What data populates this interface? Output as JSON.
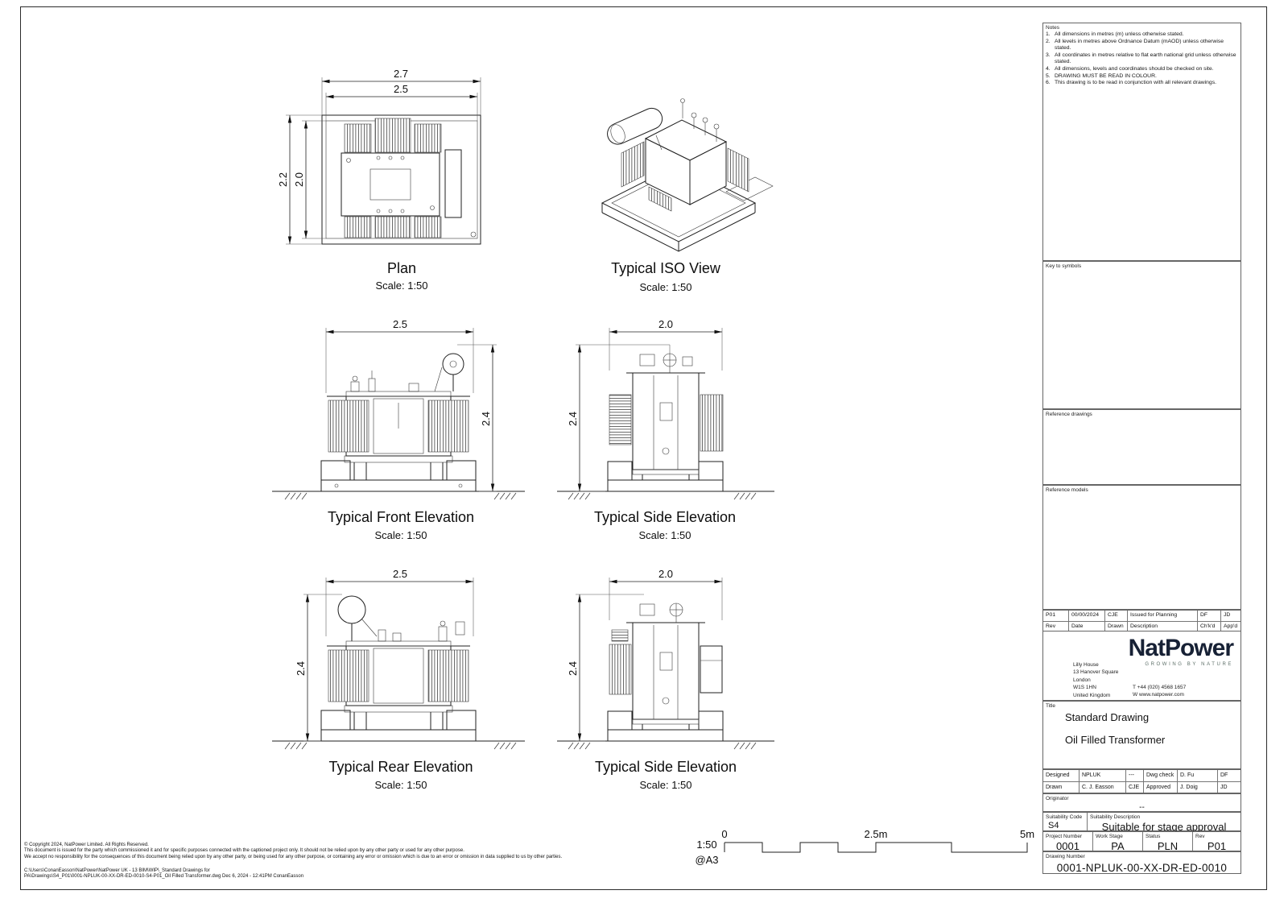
{
  "colors": {
    "brand_navy": "#172135",
    "tagline_green": "#5e7069",
    "line_color": "#1f1f1f"
  },
  "views": {
    "plan": {
      "title": "Plan",
      "scale": "Scale: 1:50",
      "dim_w_outer": "2.7",
      "dim_w_inner": "2.5",
      "dim_h_outer": "2.2",
      "dim_h_inner": "2.0"
    },
    "iso": {
      "title": "Typical ISO View",
      "scale": "Scale: 1:50"
    },
    "front": {
      "title": "Typical Front Elevation",
      "scale": "Scale: 1:50",
      "dim_w": "2.5",
      "dim_h": "2.4"
    },
    "side1": {
      "title": "Typical Side Elevation",
      "scale": "Scale: 1:50",
      "dim_w": "2.0",
      "dim_h": "2.4"
    },
    "rear": {
      "title": "Typical Rear Elevation",
      "scale": "Scale: 1:50",
      "dim_w": "2.5",
      "dim_h": "2.4"
    },
    "side2": {
      "title": "Typical Side Elevation",
      "scale": "Scale: 1:50",
      "dim_w": "2.0",
      "dim_h": "2.4"
    }
  },
  "scalebar": {
    "ratio": "1:50",
    "sheet": "@A3",
    "start": "0",
    "mid": "2.5m",
    "end": "5m"
  },
  "notes": {
    "header": "Notes",
    "items": [
      {
        "num": "1.",
        "text": "All dimensions in metres (m) unless otherwise stated."
      },
      {
        "num": "2.",
        "text": "All levels in metres above Ordnance Datum (mAOD) unless otherwise stated."
      },
      {
        "num": "3.",
        "text": "All coordinates in metres relative to flat earth national grid unless otherwise stated."
      },
      {
        "num": "4.",
        "text": "All dimensions, levels and coordinates should be checked on site."
      },
      {
        "num": "5.",
        "text": "DRAWING MUST BE READ IN COLOUR."
      },
      {
        "num": "6.",
        "text": "This drawing is to be read in conjunction with all relevant drawings."
      }
    ]
  },
  "panels": {
    "key_to_symbols": "Key to symbols",
    "reference_drawings": "Reference drawings",
    "reference_models": "Reference models"
  },
  "revision": {
    "entry": {
      "rev": "P01",
      "date": "00/00/2024",
      "drawn": "CJE",
      "description": "Issued for Planning",
      "checked": "DF",
      "approved": "JD"
    },
    "headers": {
      "rev": "Rev",
      "date": "Date",
      "drawn": "Drawn",
      "description": "Description",
      "checked": "Ch'k'd",
      "approved": "App'd"
    }
  },
  "company": {
    "logo": "NatPower",
    "tagline": "GROWING BY NATURE",
    "address_lines": [
      "Lilly House",
      "13 Hanover Square",
      "London",
      "W1S 1HN",
      "United Kingdom"
    ],
    "phone": "T  +44 (020) 4568 1657",
    "web": "W  www.natpower.com"
  },
  "titleblock": {
    "title_label": "Title",
    "title1": "Standard Drawing",
    "title2": "Oil Filled Transformer",
    "designed_label": "Designed",
    "designed": "NPLUK",
    "designed_check": "---",
    "dwgcheck_label": "Dwg check",
    "dwgcheck": "D. Fu",
    "dwgcheck_initials": "DF",
    "drawn_label": "Drawn",
    "drawn": "C. J. Easson",
    "drawn_initials": "CJE",
    "approved_label": "Approved",
    "approved": "J. Doig",
    "approved_initials": "JD",
    "originator_label": "Originator",
    "originator": "--",
    "suitability_code_label": "Suitability Code",
    "suitability_code": "S4",
    "suitability_desc_label": "Suitability Description",
    "suitability_desc": "Suitable for stage approval",
    "project_number_label": "Project Number",
    "project_number": "0001",
    "work_stage_label": "Work Stage",
    "work_stage": "PA",
    "status_label": "Status",
    "status": "PLN",
    "rev_label": "Rev",
    "rev": "P01",
    "drawing_number_label": "Drawing Number",
    "drawing_number": "0001-NPLUK-00-XX-DR-ED-0010"
  },
  "footer": {
    "copyright": "© Copyright 2024, NatPower Limited. All Rights Reserved.",
    "disclaimer1": "This document is issued for the party which commissioned it and for specific purposes connected with the captioned project only. It should not be relied upon by any other party or used for any other purpose.",
    "disclaimer2": "We accept no responsibility for the consequences of this document being relied upon by any other party, or being used for any other purpose, or containing any error or omission which is due to an error or omission in data supplied to us by other parties.",
    "path_line1": "C:\\Users\\ConanEasson\\NatPower\\NatPower UK - 13 BIM\\WIP\\_Standard Drawings for",
    "path_line2": "PA\\Drawings\\S4_P01\\0001-NPLUK-00-XX-DR-ED-0010-S4-P01_Oil Filled Transformer.dwg Dec 6, 2024 - 12:41PM ConanEasson"
  }
}
